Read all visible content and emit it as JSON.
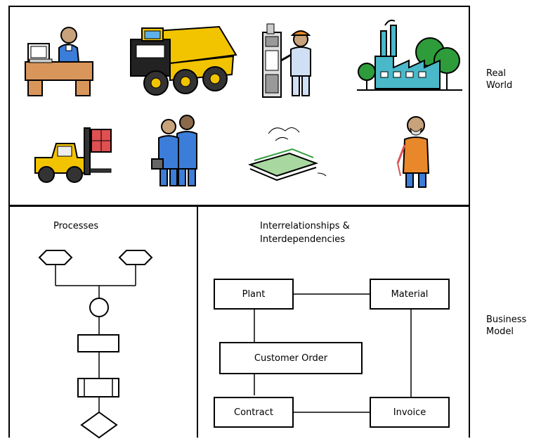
{
  "labels": {
    "real_world": "Real\nWorld",
    "business_model": "Business\nModel",
    "processes": "Processes",
    "interrelationships": "Interrelationships &\nInterdependencies"
  },
  "entities": {
    "plant": "Plant",
    "material": "Material",
    "customer_order": "Customer Order",
    "contract": "Contract",
    "invoice": "Invoice"
  },
  "clipart": [
    "office-worker",
    "dump-truck",
    "plant-worker",
    "factory",
    "forklift",
    "business-people",
    "money",
    "welder"
  ],
  "colors": {
    "skin": "#c8a27a",
    "blue": "#3b7dd8",
    "yellow": "#f2c400",
    "orange": "#e8882a",
    "green": "#2e9c3a",
    "teal": "#49b8c9",
    "desk": "#d9965a"
  }
}
